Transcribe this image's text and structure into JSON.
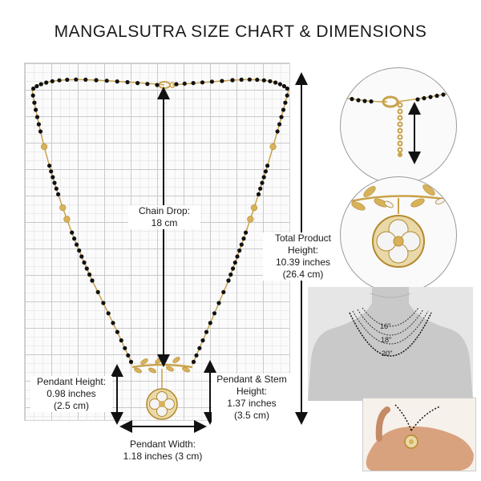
{
  "title": "MANGALSUTRA SIZE CHART & DIMENSIONS",
  "labels": {
    "chain_drop": [
      "Chain Drop:",
      "18 cm"
    ],
    "total_height": [
      "Total Product",
      "Height:",
      "10.39 inches",
      "(26.4 cm)"
    ],
    "pendant_height": [
      "Pendant Height:",
      "0.98 inches",
      "(2.5 cm)"
    ],
    "pendant_stem_height": [
      "Pendant & Stem",
      "Height:",
      "1.37 inches",
      "(3.5 cm)"
    ],
    "pendant_width": [
      "Pendant Width:",
      "1.18 inches (3 cm)"
    ]
  },
  "length_guide": {
    "sizes": [
      "16\"",
      "18\"",
      "20\""
    ]
  },
  "colors": {
    "gold": "#c9a24a",
    "bead": "#111111",
    "arrow": "#111111"
  }
}
